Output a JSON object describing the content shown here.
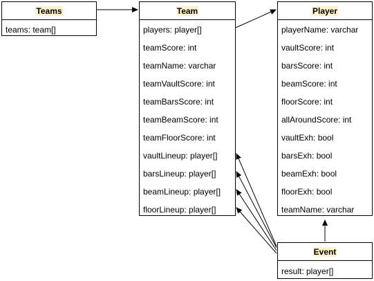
{
  "colors": {
    "name_highlight": "#fff2cc",
    "stroke": "#000000",
    "background": "#ffffff"
  },
  "classes": {
    "teams": {
      "name": "Teams",
      "fields": [
        "teams: team[]"
      ]
    },
    "team": {
      "name": "Team",
      "fields": [
        "players: player[]",
        "teamScore: int",
        "teamName: varchar",
        "teamVaultScore: int",
        "teamBarsScore: int",
        "teamBeamScore: int",
        "teamFloorScore: int",
        "vaultLineup: player[]",
        "barsLineup: player[]",
        "beamLineup: player[]",
        "floorLineup: player[]"
      ]
    },
    "player": {
      "name": "Player",
      "fields": [
        "playerName: varchar",
        "vaultScore: int",
        "barsScore: int",
        "beamScore: int",
        "floorScore: int",
        "allAroundScore: int",
        "vaultExh: bool",
        "barsExh: bool",
        "beamExh: bool",
        "floorExh: bool",
        "teamName: varchar"
      ]
    },
    "event": {
      "name": "Event",
      "fields": [
        "result: player[]"
      ]
    }
  }
}
